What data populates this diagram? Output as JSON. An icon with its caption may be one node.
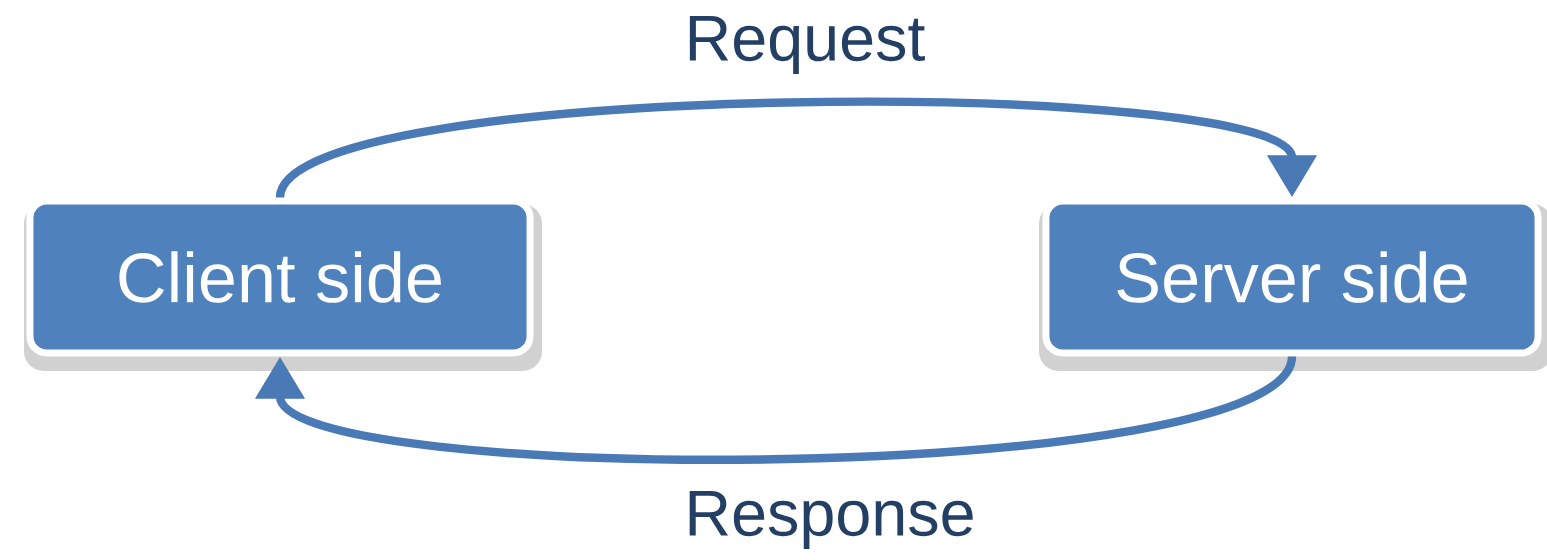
{
  "diagram": {
    "nodes": [
      {
        "text": [
          "Client side"
        ]
      },
      {
        "text": [
          "Server side"
        ]
      }
    ],
    "edges": [
      {
        "from": 0,
        "to": 1,
        "arrow": "to",
        "label": "Request"
      },
      {
        "from": 1,
        "to": 0,
        "arrow": "to",
        "label": "Response"
      }
    ]
  }
}
